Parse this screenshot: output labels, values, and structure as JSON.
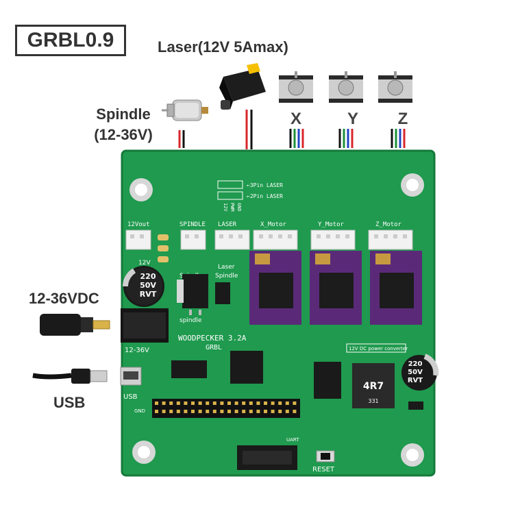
{
  "title": "GRBL0.9",
  "laser_label": "Laser(12V 5Amax)",
  "spindle_label_line1": "Spindle",
  "spindle_label_line2": "(12-36V)",
  "power_label": "12-36VDC",
  "usb_label": "USB",
  "axis_labels": {
    "x": "X",
    "y": "Y",
    "z": "Z"
  },
  "board": {
    "laser_3pin": "←3Pin LASER",
    "laser_2pin": "←2Pin LASER",
    "pin_12v": "12V",
    "pin_pwm": "PWM",
    "pin_gnd": "GND",
    "header_12vout": "12Vout",
    "header_spindle": "SPINDLE",
    "header_laser": "LASER",
    "header_x": "X_Motor",
    "header_y": "Y_Motor",
    "header_z": "Z_Motor",
    "silk_12v": "12V",
    "silk_laser": "Laser",
    "silk_spindle": "Spindle",
    "silk_spindle_small": "spindle",
    "cap_left": [
      "220",
      "50V",
      "RVT"
    ],
    "cap_right": [
      "220",
      "50V",
      "RVT"
    ],
    "brand": "WOODPECKER 3.2A",
    "firmware": "GRBL",
    "dc_in": "12-36V",
    "usb_silk": "USB",
    "gnd_silk": "GND",
    "converter": "12V DC power converter",
    "uart": "UART",
    "reset": "RESET",
    "inductor": "4R7",
    "inductor_code": "331"
  },
  "colors": {
    "pcb": "#1f9a4e",
    "pcb_dark": "#157a3b",
    "driver": "#5a2a78",
    "wire_red": "#d8262b",
    "wire_black": "#111111",
    "wire_green": "#1c8f3a",
    "wire_blue": "#2045c4"
  }
}
